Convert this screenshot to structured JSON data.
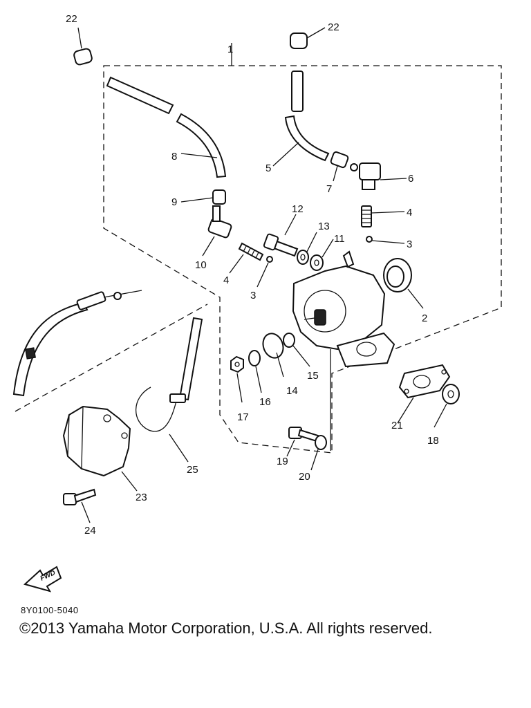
{
  "callouts": {
    "c1": "1",
    "c2": "2",
    "c3a": "3",
    "c3b": "3",
    "c4a": "4",
    "c4b": "4",
    "c5": "5",
    "c6": "6",
    "c7": "7",
    "c8": "8",
    "c9": "9",
    "c10": "10",
    "c11": "11",
    "c12": "12",
    "c13": "13",
    "c14": "14",
    "c15": "15",
    "c16": "16",
    "c17": "17",
    "c18": "18",
    "c19": "19",
    "c20": "20",
    "c21": "21",
    "c22a": "22",
    "c22b": "22",
    "c23": "23",
    "c24": "24",
    "c25": "25"
  },
  "fwd_symbol": "FWD",
  "reference_code": "8Y0100-5040",
  "copyright": "©2013 Yamaha Motor Corporation, U.S.A. All rights reserved."
}
